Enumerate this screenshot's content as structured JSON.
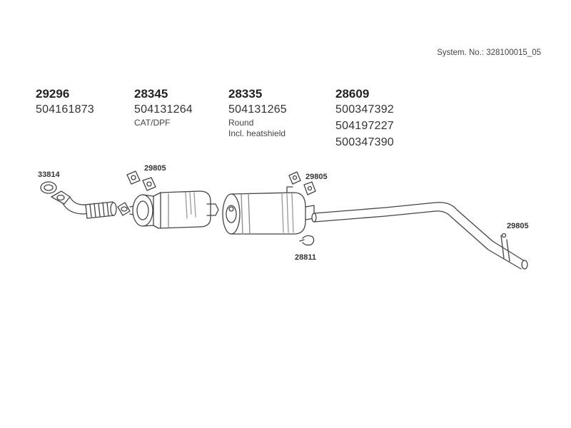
{
  "system": {
    "label": "System. No.: 328100015_05"
  },
  "groups": [
    {
      "part": "29296",
      "oem": [
        "504161873"
      ],
      "notes": []
    },
    {
      "part": "28345",
      "oem": [
        "504131264"
      ],
      "notes": [
        "CAT/DPF"
      ]
    },
    {
      "part": "28335",
      "oem": [
        "504131265"
      ],
      "notes": [
        "Round",
        "Incl. heatshield"
      ]
    },
    {
      "part": "28609",
      "oem": [
        "500347392",
        "504197227",
        "500347390"
      ],
      "notes": []
    }
  ],
  "callouts": {
    "gasket": "33814",
    "mount_1": "29805",
    "mount_2": "29805",
    "clamp": "28811",
    "mount_3": "29805"
  },
  "colors": {
    "line": "#444444",
    "fill": "#ffffff",
    "shade": "#dddddd"
  }
}
